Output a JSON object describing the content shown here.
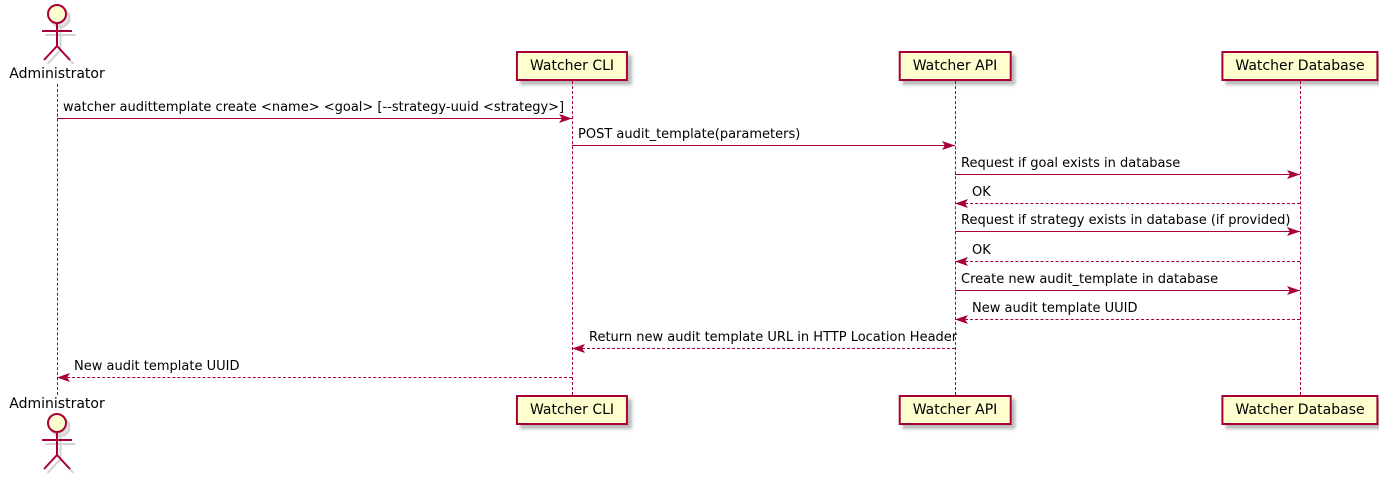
{
  "diagram": {
    "type": "uml-sequence",
    "colors": {
      "participant_fill": "#FEFECE",
      "stroke": "#A80036",
      "text": "#000000",
      "background": "#FFFFFF"
    },
    "participants": [
      {
        "id": "administrator",
        "label": "Administrator",
        "kind": "actor"
      },
      {
        "id": "watcher-cli",
        "label": "Watcher CLI",
        "kind": "participant"
      },
      {
        "id": "watcher-api",
        "label": "Watcher API",
        "kind": "participant"
      },
      {
        "id": "watcher-database",
        "label": "Watcher Database",
        "kind": "participant"
      }
    ],
    "messages": [
      {
        "from": "administrator",
        "to": "watcher-cli",
        "style": "solid",
        "text": "watcher audittemplate create <name> <goal> [--strategy-uuid <strategy>]"
      },
      {
        "from": "watcher-cli",
        "to": "watcher-api",
        "style": "solid",
        "text": "POST audit_template(parameters)"
      },
      {
        "from": "watcher-api",
        "to": "watcher-database",
        "style": "solid",
        "text": "Request if goal exists in database"
      },
      {
        "from": "watcher-database",
        "to": "watcher-api",
        "style": "dashed",
        "text": "OK"
      },
      {
        "from": "watcher-api",
        "to": "watcher-database",
        "style": "solid",
        "text": "Request if strategy exists in database (if provided)"
      },
      {
        "from": "watcher-database",
        "to": "watcher-api",
        "style": "dashed",
        "text": "OK"
      },
      {
        "from": "watcher-api",
        "to": "watcher-database",
        "style": "solid",
        "text": "Create new audit_template in database"
      },
      {
        "from": "watcher-database",
        "to": "watcher-api",
        "style": "dashed",
        "text": "New audit template UUID"
      },
      {
        "from": "watcher-api",
        "to": "watcher-cli",
        "style": "dashed",
        "text": "Return new audit template URL in HTTP Location Header"
      },
      {
        "from": "watcher-cli",
        "to": "administrator",
        "style": "dashed",
        "text": "New audit template UUID"
      }
    ]
  }
}
